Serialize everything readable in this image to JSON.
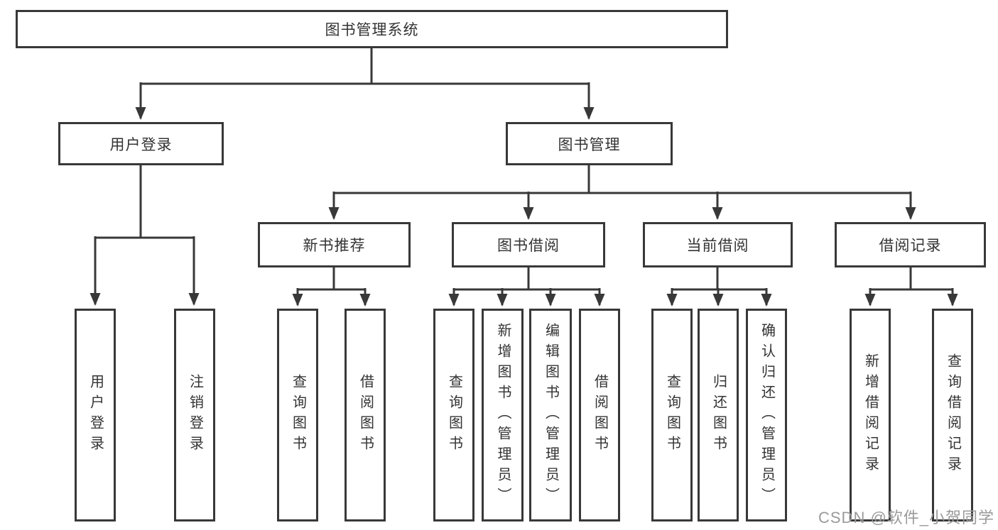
{
  "diagram": {
    "root": {
      "label": "图书管理系统"
    },
    "level2": [
      {
        "label": "用户登录"
      },
      {
        "label": "图书管理"
      }
    ],
    "level3": [
      {
        "label": "新书推荐"
      },
      {
        "label": "图书借阅"
      },
      {
        "label": "当前借阅"
      },
      {
        "label": "借阅记录"
      }
    ],
    "leaves": {
      "login": [
        {
          "label": "用户登录"
        },
        {
          "label": "注销登录"
        }
      ],
      "recommend": [
        {
          "label": "查询图书"
        },
        {
          "label": "借阅图书"
        }
      ],
      "borrow": [
        {
          "label": "查询图书"
        },
        {
          "label": "新增图书（管理员）"
        },
        {
          "label": "编辑图书（管理员）"
        },
        {
          "label": "借阅图书"
        }
      ],
      "current": [
        {
          "label": "查询图书"
        },
        {
          "label": "归还图书"
        },
        {
          "label": "确认归还（管理员）"
        }
      ],
      "records": [
        {
          "label": "新增借阅记录"
        },
        {
          "label": "查询借阅记录"
        }
      ]
    }
  },
  "watermark": {
    "text": "CSDN @软件_小贺同学"
  },
  "colors": {
    "line": "#383838",
    "box_border": "#383838",
    "box_fill": "#ffffff",
    "text": "#333333",
    "watermark": "#9a9a9a",
    "background": "#ffffff"
  }
}
